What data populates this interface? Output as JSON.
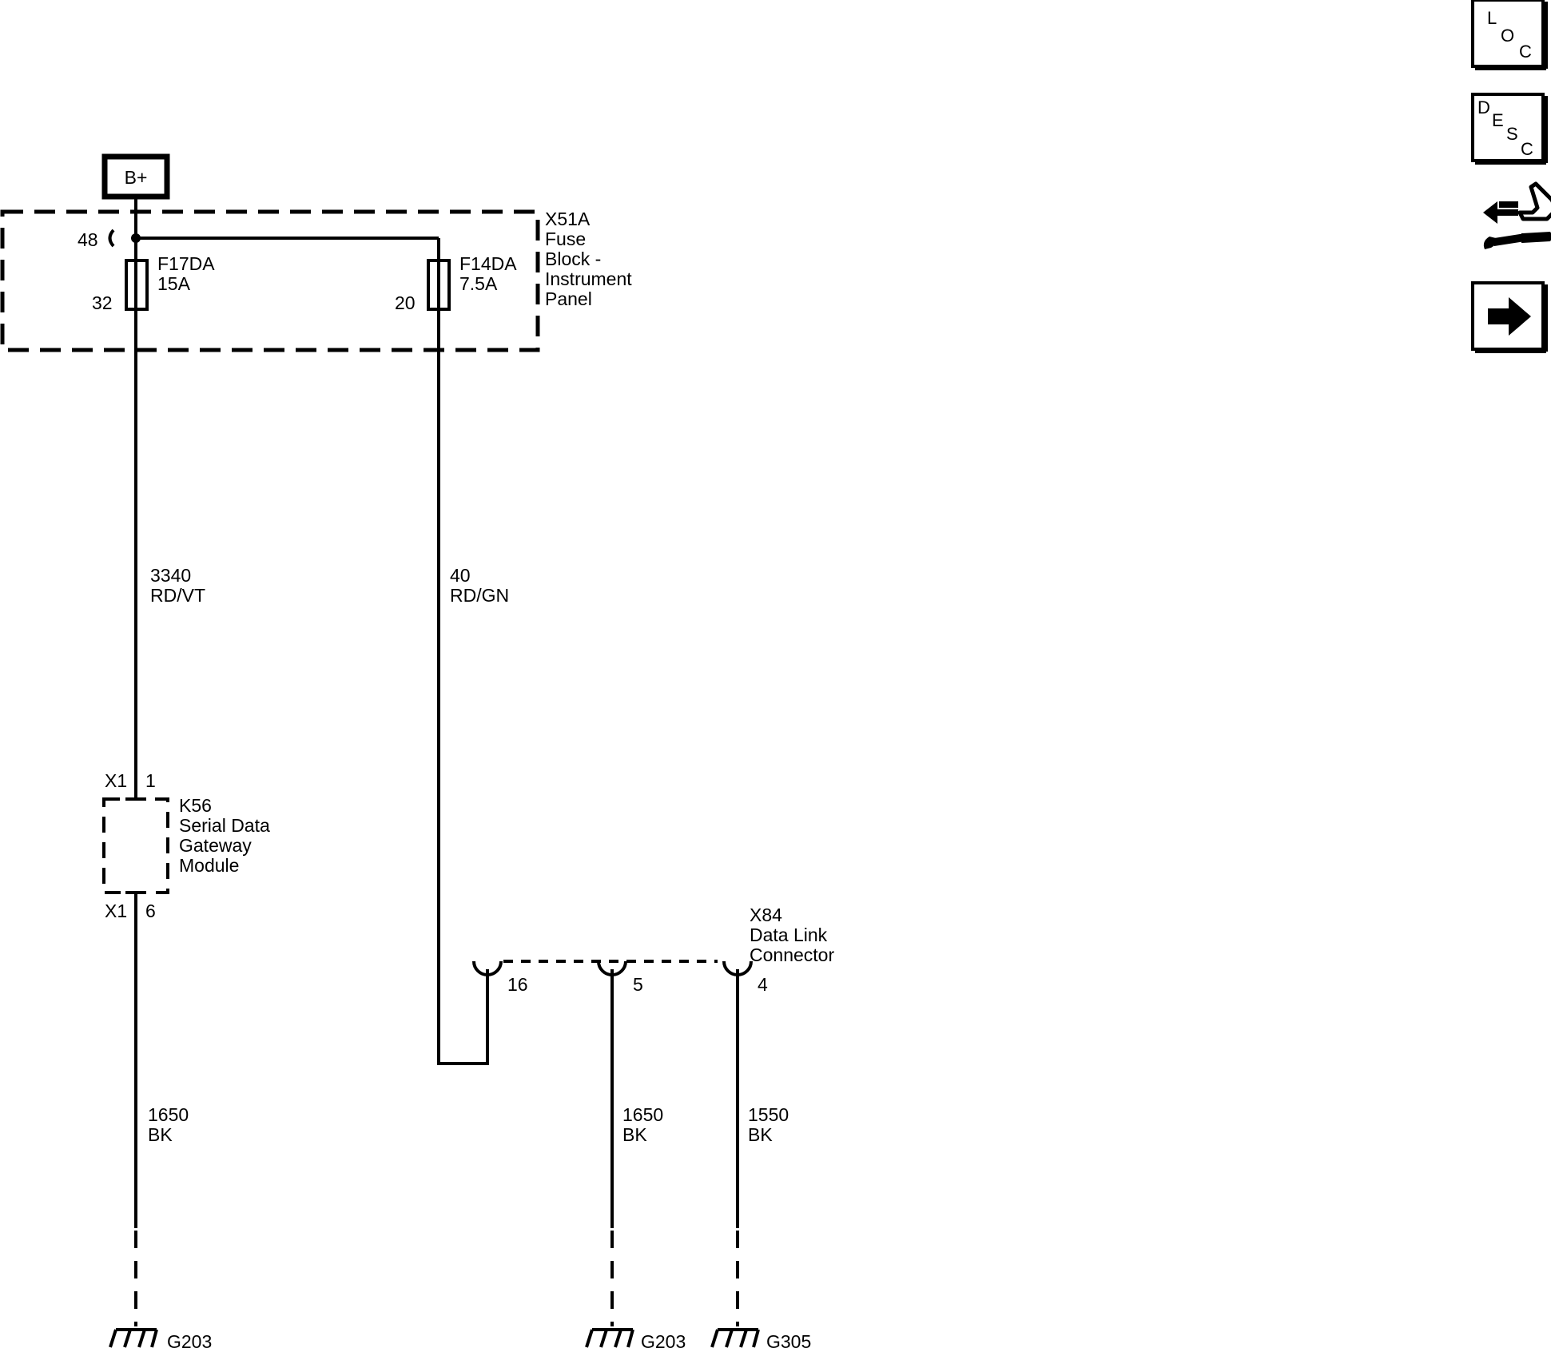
{
  "power": {
    "label": "B+"
  },
  "fuse_block": {
    "id": "X51A",
    "lines": [
      "Fuse",
      "Block -",
      "Instrument",
      "Panel"
    ],
    "input_pin": "48",
    "fuses": [
      {
        "name": "F17DA",
        "rating": "15A",
        "pin": "32"
      },
      {
        "name": "F14DA",
        "rating": "7.5A",
        "pin": "20"
      }
    ]
  },
  "wires": [
    {
      "circuit": "3340",
      "color": "RD/VT"
    },
    {
      "circuit": "40",
      "color": "RD/GN"
    },
    {
      "circuit": "1650",
      "color": "BK"
    },
    {
      "circuit": "1650",
      "color": "BK"
    },
    {
      "circuit": "1550",
      "color": "BK"
    }
  ],
  "module": {
    "id": "K56",
    "lines": [
      "Serial Data",
      "Gateway",
      "Module"
    ],
    "top_connector": "X1",
    "top_pin": "1",
    "bottom_connector": "X1",
    "bottom_pin": "6"
  },
  "dlc": {
    "id": "X84",
    "lines": [
      "Data Link",
      "Connector"
    ],
    "pins": [
      "16",
      "5",
      "4"
    ]
  },
  "grounds": [
    "G203",
    "G203",
    "G305"
  ],
  "nav_icons": [
    {
      "name": "loc",
      "letters": [
        "L",
        "O",
        "C"
      ]
    },
    {
      "name": "desc",
      "letters": [
        "D",
        "E",
        "S",
        "C"
      ]
    },
    {
      "name": "connector-repair",
      "letters": []
    },
    {
      "name": "next",
      "letters": []
    }
  ]
}
